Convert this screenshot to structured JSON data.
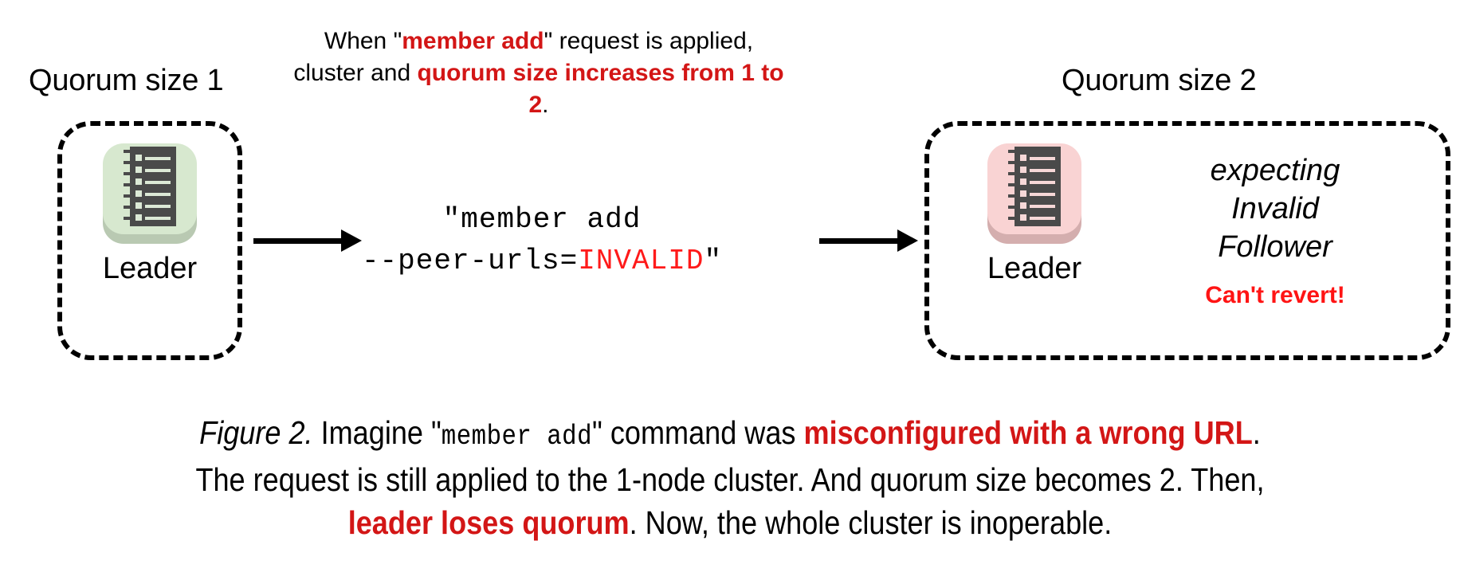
{
  "figure": {
    "left_panel": {
      "title": "Quorum size 1",
      "node_label": "Leader",
      "icon_name": "server-rack-icon",
      "icon_color": "#d7e8cf"
    },
    "right_panel": {
      "title": "Quorum size 2",
      "node_label": "Leader",
      "icon_name": "server-rack-icon",
      "icon_color": "#f9d3d3",
      "state_lines": [
        "expecting",
        "Invalid",
        "Follower"
      ],
      "warning": "Can't revert!",
      "warning_color": "#ff1414"
    },
    "top_note": {
      "part1": "When \"",
      "emphasis1": "member add",
      "part2": "\" request is applied, cluster and ",
      "emphasis2": "quorum size increases from 1 to 2",
      "part3": "."
    },
    "command": {
      "line1": "\"member add",
      "line2_prefix": "--peer-urls=",
      "line2_invalid": "INVALID",
      "line2_suffix": "\"",
      "invalid_color": "#ff1a1a"
    },
    "arrows": {
      "arrow1_name": "arrow-left-to-command",
      "arrow2_name": "arrow-command-to-right"
    },
    "caption": {
      "label": "Figure 2.",
      "seg1": " Imagine \"",
      "mono1": "member add",
      "seg2": "\" command was ",
      "emphasis1": "misconfigured with a wrong URL",
      "seg3": ".",
      "line2": "The request is still applied to the 1-node cluster. And quorum size becomes 2. Then,",
      "emphasis2": "leader loses quorum",
      "seg4": ". Now, the whole cluster is inoperable."
    },
    "accent_red": "#d31616"
  }
}
